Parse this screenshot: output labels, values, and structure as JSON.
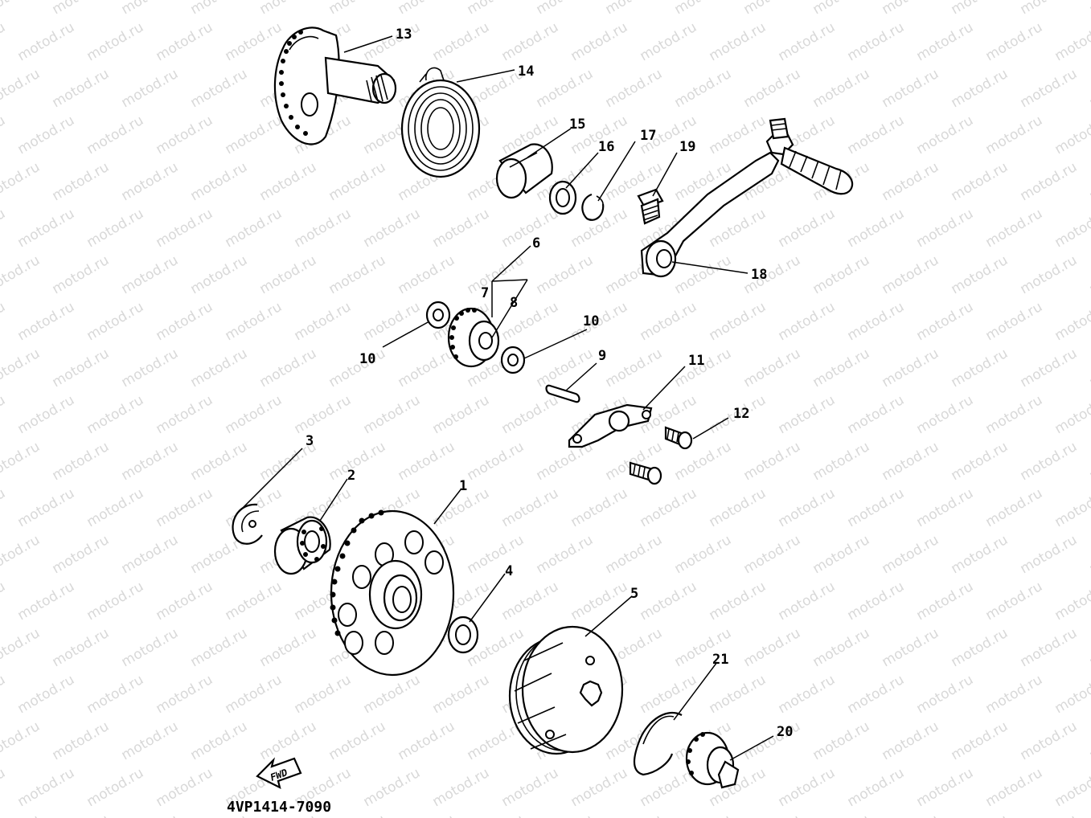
{
  "watermark": "motod.ru",
  "diagram_code": "4VP1414-7090",
  "fwd_label": "FWD",
  "callouts": [
    "1",
    "2",
    "3",
    "4",
    "5",
    "6",
    "7",
    "8",
    "9",
    "10",
    "10",
    "11",
    "12",
    "13",
    "14",
    "15",
    "16",
    "17",
    "18",
    "19",
    "20",
    "21"
  ]
}
